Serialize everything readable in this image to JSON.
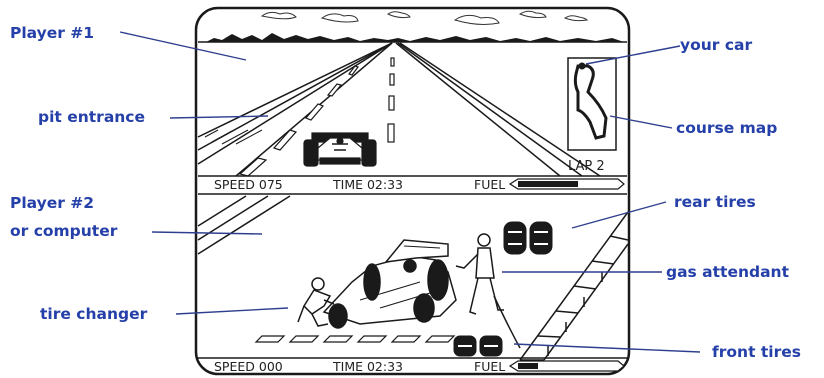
{
  "colors": {
    "label": "#2540a8",
    "line": "#1a1a1a",
    "leader": "#2f3f8f"
  },
  "labels": {
    "player1": "Player #1",
    "pit_entrance": "pit entrance",
    "player2_line1": "Player #2",
    "player2_line2": "or computer",
    "tire_changer": "tire changer",
    "your_car": "your car",
    "course_map": "course map",
    "rear_tires": "rear tires",
    "gas_attendant": "gas attendant",
    "front_tires": "front tires"
  },
  "hud_top": {
    "speed": "SPEED 075",
    "time": "TIME 02:33",
    "fuel": "FUEL",
    "fuel_level": 0.6
  },
  "hud_bottom": {
    "speed": "SPEED 000",
    "time": "TIME 02:33",
    "fuel": "FUEL",
    "fuel_level": 0.2
  },
  "course_map": {
    "lap": "LAP 2"
  }
}
